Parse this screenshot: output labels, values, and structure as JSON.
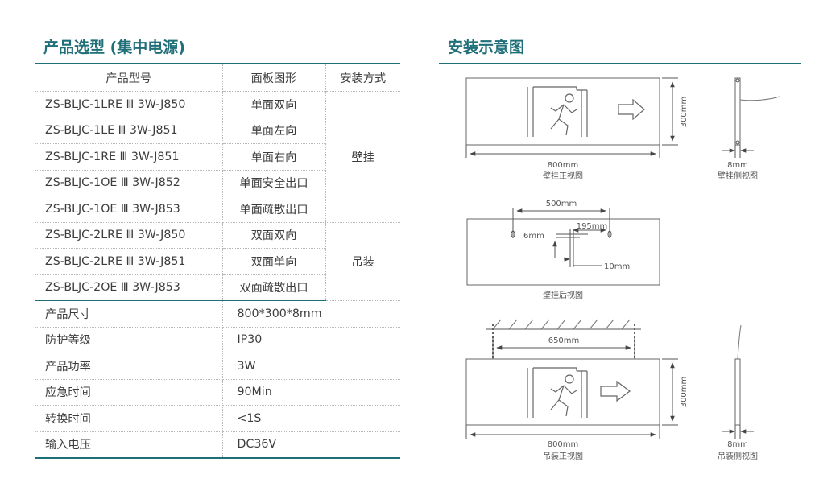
{
  "left_title": "产品选型 (集中电源)",
  "right_title": "安装示意图",
  "table": {
    "headers": [
      "产品型号",
      "面板图形",
      "安装方式"
    ],
    "models": [
      {
        "model": "ZS-BLJC-1LRE Ⅲ 3W-J850",
        "panel": "单面双向"
      },
      {
        "model": "ZS-BLJC-1LE Ⅲ 3W-J851",
        "panel": "单面左向"
      },
      {
        "model": "ZS-BLJC-1RE Ⅲ 3W-J851",
        "panel": "单面右向"
      },
      {
        "model": "ZS-BLJC-1OE Ⅲ 3W-J852",
        "panel": "单面安全出口"
      },
      {
        "model": "ZS-BLJC-1OE Ⅲ 3W-J853",
        "panel": "单面疏散出口"
      },
      {
        "model": "ZS-BLJC-2LRE Ⅲ 3W-J850",
        "panel": "双面双向"
      },
      {
        "model": "ZS-BLJC-2LRE Ⅲ 3W-J851",
        "panel": "双面单向"
      },
      {
        "model": "ZS-BLJC-2OE Ⅲ 3W-J853",
        "panel": "双面疏散出口"
      }
    ],
    "install_wall": "壁挂",
    "install_hang": "吊装",
    "props": [
      {
        "label": "产品尺寸",
        "value": "800*300*8mm"
      },
      {
        "label": "防护等级",
        "value": "IP30"
      },
      {
        "label": "产品功率",
        "value": "3W"
      },
      {
        "label": "应急时间",
        "value": "90Min"
      },
      {
        "label": "转换时间",
        "value": "<1S"
      },
      {
        "label": "输入电压",
        "value": "DC36V"
      }
    ]
  },
  "diagram": {
    "wall_front": {
      "width": "800mm",
      "height": "300mm",
      "caption": "壁挂正视图"
    },
    "wall_side": {
      "thickness": "8mm",
      "caption": "壁挂侧视图"
    },
    "wall_back": {
      "dim_a": "500mm",
      "dim_b": "195mm",
      "dim_c": "6mm",
      "dim_d": "10mm",
      "caption": "壁挂后视图"
    },
    "hang_front": {
      "chain": "650mm",
      "width": "800mm",
      "height": "300mm",
      "caption": "吊装正视图"
    },
    "hang_side": {
      "thickness": "8mm",
      "caption": "吊装侧视图"
    }
  }
}
